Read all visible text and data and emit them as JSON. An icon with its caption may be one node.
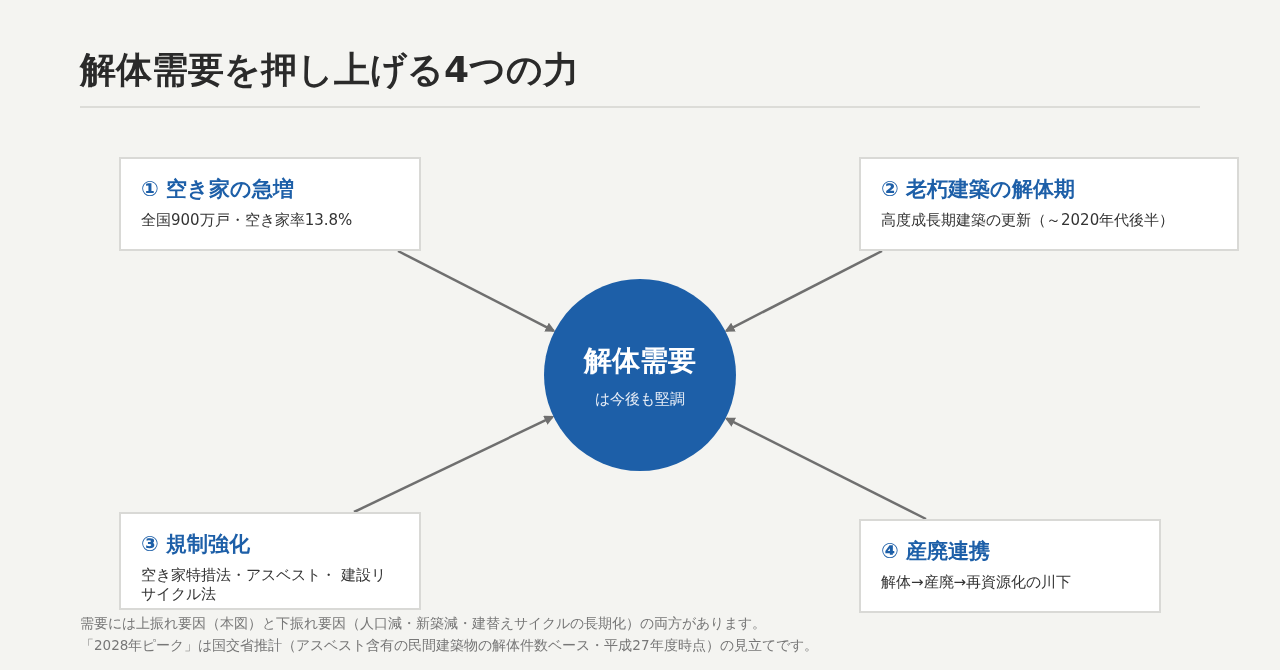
{
  "diagram": {
    "title": "解体需要を押し上げる4つの力",
    "nodes": [
      {
        "text": [
          "解体需要",
          "は今後も堅調"
        ]
      },
      {
        "text": [
          "① 空き家の急増",
          "全国900万戸・空き家率13.8%"
        ]
      },
      {
        "text": [
          "② 老朽建築の解体期",
          "高度成長期建築の更新（～2020年代後半）"
        ]
      },
      {
        "text": [
          "③ 規制強化",
          "空き家特措法・アスベスト・ 建設リサイクル法"
        ]
      },
      {
        "text": [
          "④ 産廃連携",
          "解体→産廃→再資源化の川下"
        ]
      }
    ],
    "edges": [
      {
        "from": 1,
        "to": 0,
        "arrow": "to"
      },
      {
        "from": 2,
        "to": 0,
        "arrow": "to"
      },
      {
        "from": 3,
        "to": 0,
        "arrow": "to"
      },
      {
        "from": 4,
        "to": 0,
        "arrow": "to"
      }
    ],
    "labels": [
      "需要には上振れ要因（本図）と下振れ要因（人口減・新築減・建替えサイクルの長期化）の両方があります。",
      "「2028年ピーク」は国交省推計（アスベスト含有の民間建築物の解体件数ベース・平成27年度時点）の見立てです。"
    ]
  }
}
